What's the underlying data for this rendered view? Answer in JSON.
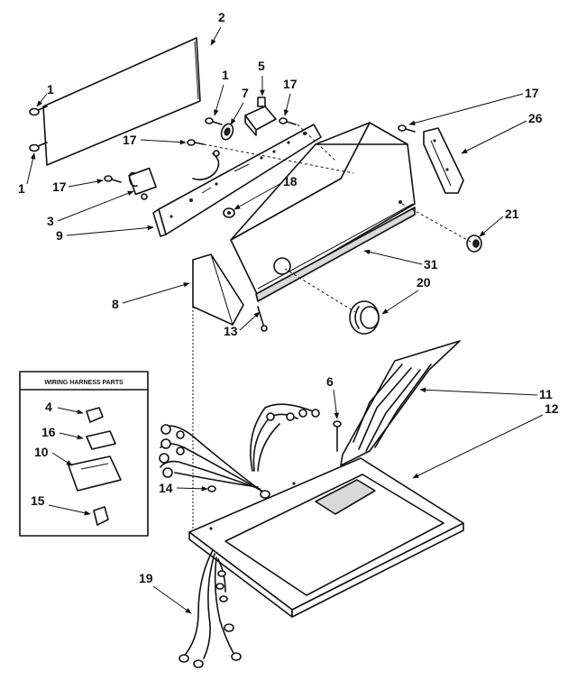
{
  "diagram": {
    "inset_box_title": "WIRING HARNESS PARTS",
    "callouts": {
      "c1_top_left": "1",
      "c1_bottom_left": "1",
      "c1_bracket": "1",
      "c2": "2",
      "c3": "3",
      "c4": "4",
      "c5": "5",
      "c6": "6",
      "c7": "7",
      "c8": "8",
      "c9": "9",
      "c10": "10",
      "c11": "11",
      "c12": "12",
      "c13": "13",
      "c14": "14",
      "c15": "15",
      "c16": "16",
      "c17_left": "17",
      "c17_mid_left": "17",
      "c17_center": "17",
      "c17_right": "17",
      "c18": "18",
      "c19": "19",
      "c20": "20",
      "c21": "21",
      "c26": "26",
      "c31": "31"
    }
  }
}
